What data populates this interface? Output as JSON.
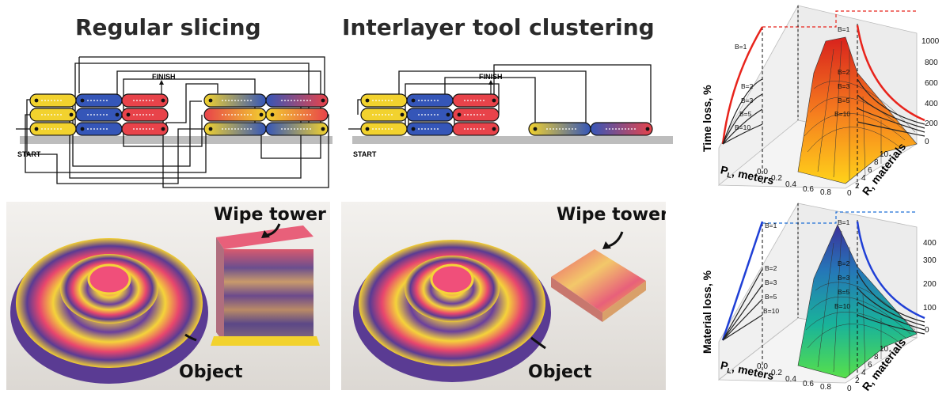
{
  "titles": {
    "regular": "Regular slicing",
    "clustering": "Interlayer tool clustering"
  },
  "diagrams": {
    "finish": "FINISH",
    "start": "START"
  },
  "photos": {
    "wipe_tower": "Wipe tower",
    "object": "Object"
  },
  "plots": {
    "time": {
      "zlabel": "Time loss, %",
      "xlabel": "P",
      "xlabel_sub": "L",
      "xlabel_unit": ", meters",
      "ylabel": "R, materials",
      "z_ticks": [
        "0",
        "200",
        "400",
        "600",
        "800",
        "1000"
      ],
      "x_ticks": [
        "0.0",
        "0.2",
        "0.4",
        "0.6",
        "0.8"
      ],
      "y_ticks": [
        "0",
        "2",
        "4",
        "6",
        "8",
        "10"
      ],
      "b_left": [
        "B=1",
        "B=2",
        "B=3",
        "B=5",
        "B=10"
      ],
      "b_right": [
        "B=1",
        "B=2",
        "B=3",
        "B=5",
        "B=10"
      ]
    },
    "material": {
      "zlabel": "Material loss, %",
      "xlabel": "P",
      "xlabel_sub": "L",
      "xlabel_unit": ", meters",
      "ylabel": "R, materials",
      "z_ticks": [
        "0",
        "100",
        "200",
        "300",
        "400"
      ],
      "x_ticks": [
        "0.0",
        "0.2",
        "0.4",
        "0.6",
        "0.8"
      ],
      "y_ticks": [
        "0",
        "2",
        "4",
        "6",
        "8",
        "10"
      ],
      "b_left": [
        "B=1",
        "B=2",
        "B=3",
        "B=5",
        "B=10"
      ],
      "b_right": [
        "B=1",
        "B=2",
        "B=3",
        "B=5",
        "B=10"
      ]
    }
  },
  "colors": {
    "yellow": "#f2d22e",
    "blue": "#3556b8",
    "red": "#e8434a",
    "gray": "#bdbdbd",
    "time_curve": "#e8241c",
    "material_curve": "#1f3fd6"
  }
}
